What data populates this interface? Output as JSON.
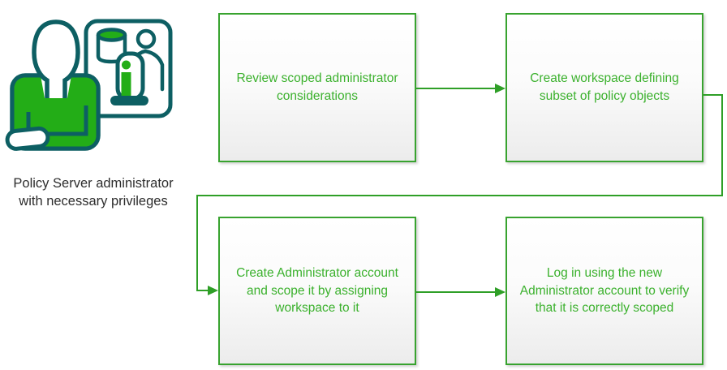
{
  "figure": {
    "caption": "Policy Server administrator with necessary privileges",
    "icon": "policy-server-administrator-icon",
    "icon_parts": [
      "administrator-person-icon",
      "database-icon",
      "user-icon",
      "server-pillar-icon",
      "screen-panel"
    ]
  },
  "flow": {
    "nodes": [
      {
        "id": "step-1",
        "label": "Review scoped administrator considerations"
      },
      {
        "id": "step-2",
        "label": "Create workspace defining subset of policy objects"
      },
      {
        "id": "step-3",
        "label": "Create Administrator account and scope it by assigning workspace to it"
      },
      {
        "id": "step-4",
        "label": "Log in using the new Administrator account to verify that it is correctly scoped"
      }
    ],
    "edges": [
      {
        "from": "step-1",
        "to": "step-2"
      },
      {
        "from": "step-2",
        "to": "step-3"
      },
      {
        "from": "step-3",
        "to": "step-4"
      }
    ]
  },
  "colors": {
    "box_border": "#38a32f",
    "box_text": "#3bb12d",
    "connector": "#2f9f27",
    "icon_teal": "#0d5f63",
    "icon_green": "#23ad17",
    "caption_text": "#2d2d2d"
  }
}
